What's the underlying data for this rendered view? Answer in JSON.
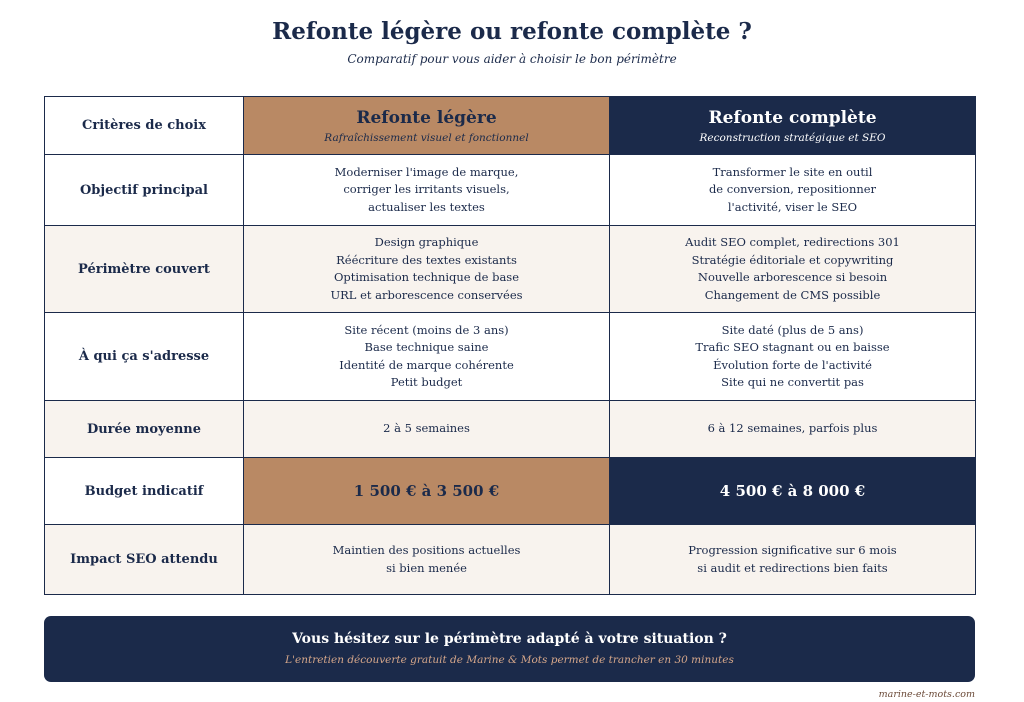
{
  "header": {
    "title": "Refonte légère ou refonte complète ?",
    "subtitle": "Comparatif pour vous aider à choisir le bon périmètre"
  },
  "table": {
    "corner_label": "Critères de choix",
    "columns": [
      {
        "title": "Refonte légère",
        "subtitle": "Rafraîchissement visuel et fonctionnel"
      },
      {
        "title": "Refonte complète",
        "subtitle": "Reconstruction stratégique et SEO"
      }
    ],
    "rows": [
      {
        "criterion": "Objectif principal",
        "light": [
          "Moderniser l'image de marque,",
          "corriger les irritants visuels,",
          "actualiser les textes"
        ],
        "full": [
          "Transformer le site en outil",
          "de conversion, repositionner",
          "l'activité, viser le SEO"
        ]
      },
      {
        "criterion": "Périmètre couvert",
        "light": [
          "Design graphique",
          "Réécriture des textes existants",
          "Optimisation technique de base",
          "URL et arborescence conservées"
        ],
        "full": [
          "Audit SEO complet, redirections 301",
          "Stratégie éditoriale et copywriting",
          "Nouvelle arborescence si besoin",
          "Changement de CMS possible"
        ]
      },
      {
        "criterion": "À qui ça s'adresse",
        "light": [
          "Site récent (moins de 3 ans)",
          "Base technique saine",
          "Identité de marque cohérente",
          "Petit budget"
        ],
        "full": [
          "Site daté (plus de 5 ans)",
          "Trafic SEO stagnant ou en baisse",
          "Évolution forte de l'activité",
          "Site qui ne convertit pas"
        ]
      },
      {
        "criterion": "Durée moyenne",
        "light": [
          "2 à 5 semaines"
        ],
        "full": [
          "6 à 12 semaines, parfois plus"
        ]
      },
      {
        "criterion": "Budget indicatif",
        "light": [
          "1 500 € à 3 500 €"
        ],
        "full": [
          "4 500 € à 8 000 €"
        ]
      },
      {
        "criterion": "Impact SEO attendu",
        "light": [
          "Maintien des positions actuelles",
          "si bien menée"
        ],
        "full": [
          "Progression significative sur 6 mois",
          "si audit et redirections bien faits"
        ]
      }
    ]
  },
  "cta": {
    "title": "Vous hésitez sur le périmètre adapté à votre situation ?",
    "subtitle": "L'entretien découverte gratuit de Marine & Mots permet de trancher en 30 minutes"
  },
  "footer": {
    "site": "marine-et-mots.com"
  },
  "colors": {
    "navy": "#1b2a4a",
    "copper": "#b98964",
    "cream": "#f8f3ee",
    "cta_accent": "#d6a78a"
  }
}
